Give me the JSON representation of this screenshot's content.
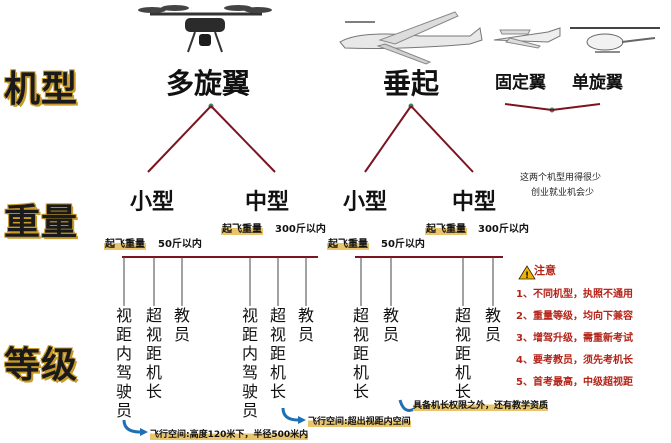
{
  "rows": {
    "model_type": "机型",
    "weight": "重量",
    "grade": "等级"
  },
  "types": {
    "multirotor": "多旋翼",
    "vtol": "垂起",
    "fixed_wing": "固定翼",
    "helicopter": "单旋翼",
    "note_line1": "这两个机型用得很少",
    "note_line2": "创业就业机会少"
  },
  "sizes": {
    "small1": "小型",
    "medium1": "中型",
    "small2": "小型",
    "medium2": "中型"
  },
  "specs": {
    "takeoff_weight": "起飞重量",
    "small_limit": "50斤以内",
    "medium_limit": "300斤以内"
  },
  "grades": {
    "vlos_pilot": "视距内驾驶员",
    "bvlos_captain": "超视距机长",
    "instructor": "教员"
  },
  "notice": {
    "title": "注意",
    "items": [
      "1、不同机型，执照不通用",
      "2、重量等级，均向下兼容",
      "3、增驾升级，需重新考试",
      "4、要考教员，须先考机长",
      "5、首考最高，中级超视距"
    ]
  },
  "footnotes": {
    "vlos": "飞行空间:高度120米下，半径500米内",
    "bvlos": "飞行空间:超出视距内空间",
    "instructor": "具备机长权限之外，还有教学资质"
  },
  "colors": {
    "line": "#7b1420",
    "arrow": "#1f6fb5",
    "highlight": "#e9c46a",
    "notice": "#b42318"
  }
}
